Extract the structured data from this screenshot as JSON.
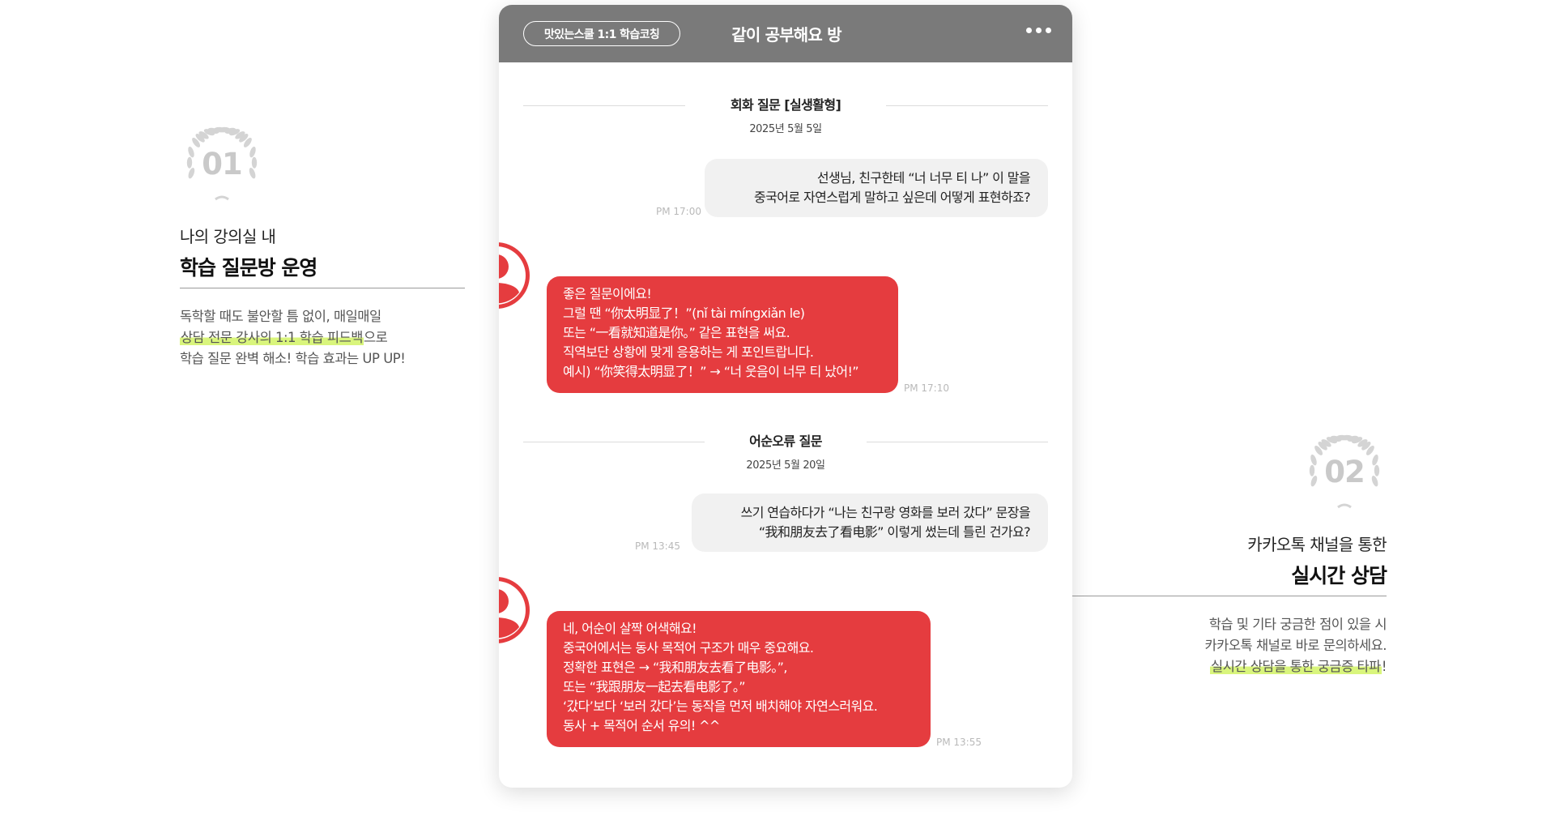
{
  "features": [
    {
      "number": "01",
      "subtitle": "나의 강의실 내",
      "title": "학습 질문방 운영",
      "desc_line1": "독학할 때도 불안할 틈 없이, 매일매일",
      "desc_line2_highlight": "상담 전문 강사의 1:1 학습 피드백",
      "desc_line2_rest": "으로",
      "desc_line3": "학습 질문 완벽 해소! 학습 효과는 UP UP!"
    },
    {
      "number": "02",
      "subtitle": "카카오톡 채널을 통한",
      "title": "실시간 상담",
      "desc_line1": "학습 및 기타 궁금한 점이 있을 시",
      "desc_line2": "카카오톡 채널로 바로 문의하세요.",
      "desc_line3_highlight": "실시간 상담을 통한 궁금증 타파",
      "desc_line3_rest": "!"
    }
  ],
  "chat": {
    "coach_label": "맛있는스쿨 1:1 학습코칭",
    "room_title": "같이 공부해요 방",
    "sections": [
      {
        "title": "회화 질문 [실생활형]",
        "date": "2025년 5월 5일"
      },
      {
        "title": "어순오류 질문",
        "date": "2025년 5월 20일"
      }
    ],
    "messages": [
      {
        "lines": [
          "선생님, 친구한테 “너 너무 티 나” 이 말을",
          "중국어로 자연스럽게 말하고 싶은데 어떻게 표현하죠?"
        ],
        "time": "PM 17:00"
      },
      {
        "lines": [
          "좋은 질문이에요!",
          "그럴 땐 “你太明显了！”(nǐ tài míngxiǎn le)",
          "또는 “一看就知道是你。” 같은 표현을 써요.",
          "직역보단 상황에 맞게 응용하는 게 포인트랍니다.",
          "예시) “你笑得太明显了！” → “너 웃음이 너무 티 났어!”"
        ],
        "time": "PM 17:10"
      },
      {
        "lines": [
          "쓰기 연습하다가 “나는 친구랑 영화를 보러 갔다” 문장을",
          "“我和朋友去了看电影” 이렇게 썼는데 틀린 건가요?"
        ],
        "time": "PM 13:45"
      },
      {
        "lines": [
          "네, 어순이 살짝 어색해요!",
          "중국어에서는 동사 목적어 구조가 매우 중요해요.",
          "정확한 표현은 → “我和朋友去看了电影。”,",
          "또는 “我跟朋友一起去看电影了。”",
          "‘갔다’보다 ‘보러 갔다’는 동작을 먼저 배치해야 자연스러워요.",
          "동사 + 목적어 순서 유의! ^^"
        ],
        "time": "PM 13:55"
      }
    ]
  },
  "icons": [
    "laurel-wreath-icon",
    "more-dots-icon",
    "user-avatar-icon"
  ],
  "colors": {
    "accent_red": "#e53c3f",
    "header_gray": "#7a7a7a",
    "highlight_green": "#d9f57c",
    "laurel_gray": "#c9c9c9"
  }
}
